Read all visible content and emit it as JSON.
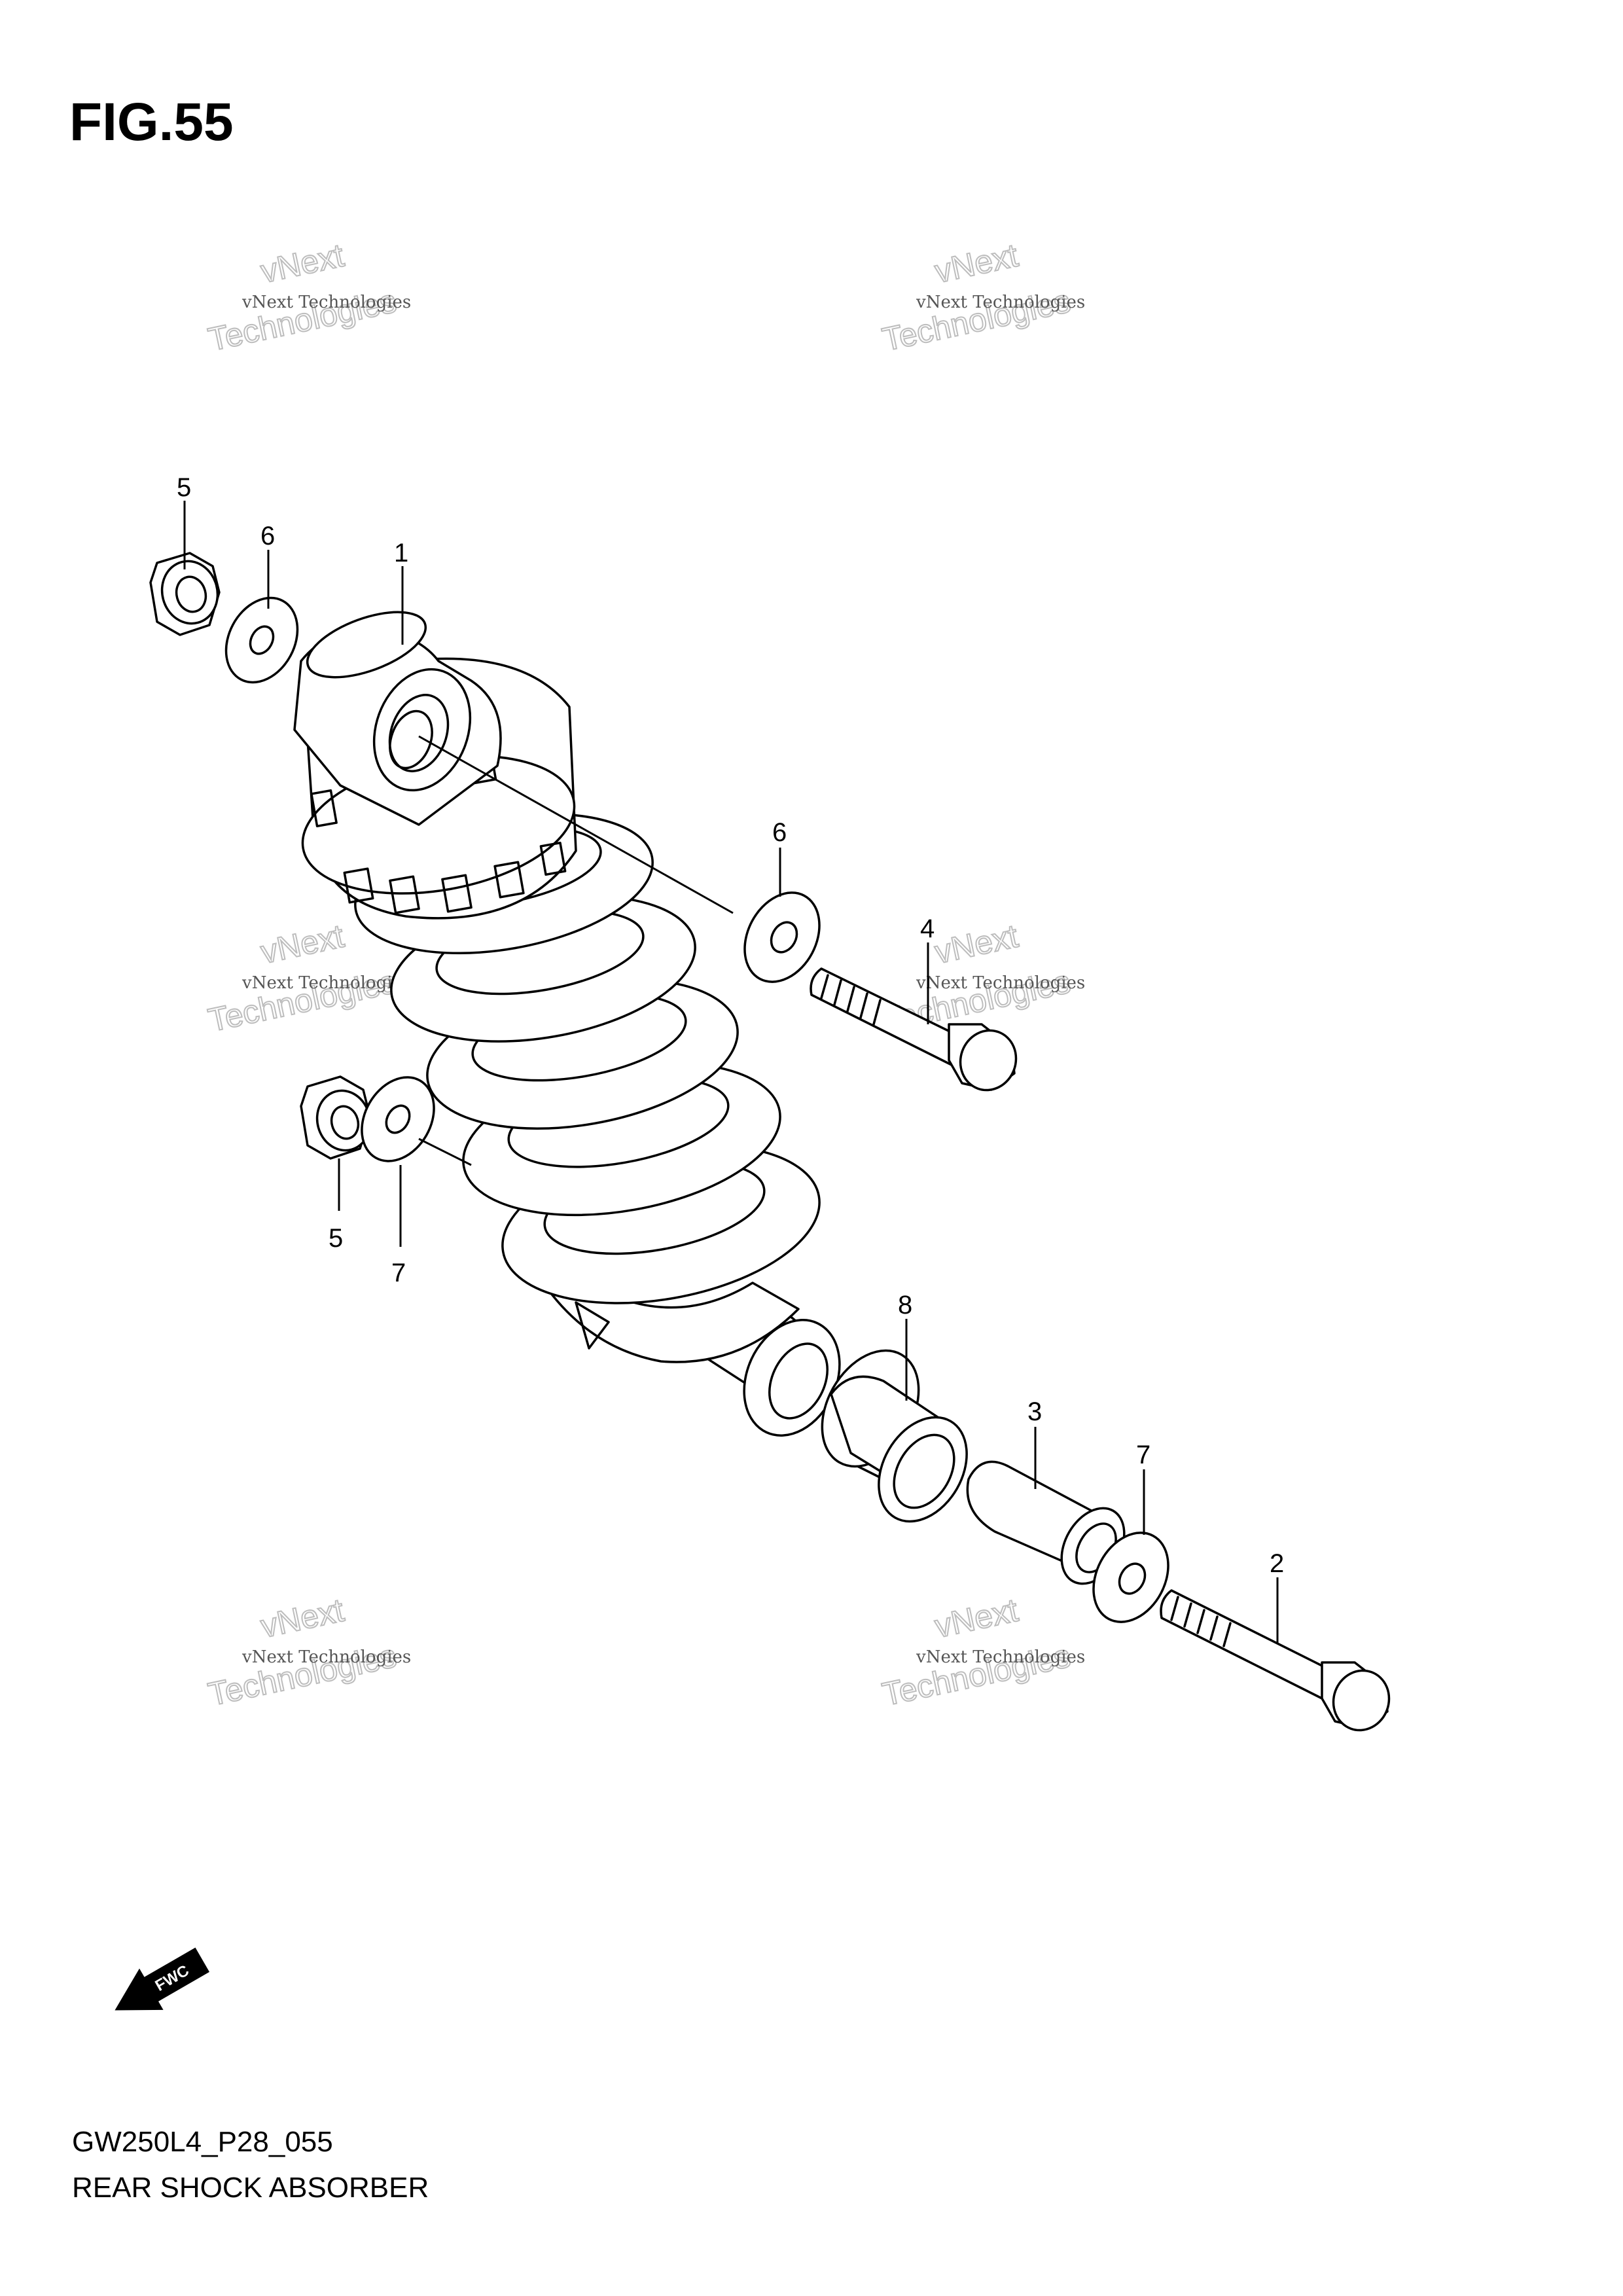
{
  "figure": {
    "title": "FIG.55"
  },
  "footer": {
    "code": "GW250L4_P28_055",
    "name": "REAR SHOCK ABSORBER"
  },
  "watermark": {
    "line1": "vNext Technologies",
    "big_top": "vNext",
    "big_bottom": "Technologies"
  },
  "direction_badge": "FWC",
  "callouts": {
    "c1": "1",
    "c2": "2",
    "c3": "3",
    "c4": "4",
    "c5a": "5",
    "c5b": "5",
    "c6a": "6",
    "c6b": "6",
    "c7a": "7",
    "c7b": "7",
    "c8": "8"
  }
}
